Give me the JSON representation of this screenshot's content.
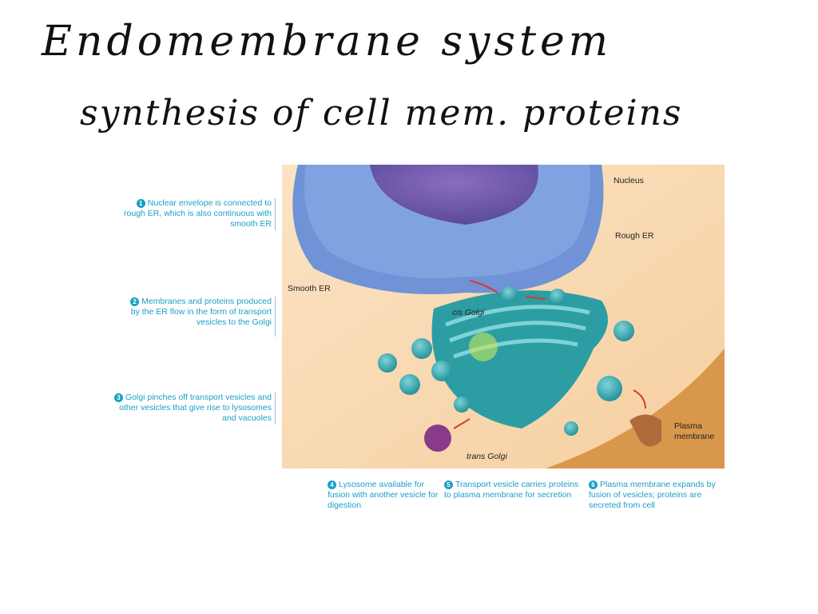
{
  "handwriting": {
    "title": "Endomembrane system",
    "subtitle": "synthesis of cell mem. proteins"
  },
  "diagram": {
    "labels": {
      "nucleus": "Nucleus",
      "rough_er": "Rough ER",
      "smooth_er": "Smooth ER",
      "cis_golgi": "cis Golgi",
      "trans_golgi": "trans Golgi",
      "plasma_membrane": "Plasma membrane"
    },
    "steps": [
      {
        "n": "1",
        "text": "Nuclear envelope is connected to rough ER, which is also continuous with smooth ER"
      },
      {
        "n": "2",
        "text": "Membranes and proteins produced by the ER flow in the form of transport vesicles to the Golgi"
      },
      {
        "n": "3",
        "text": "Golgi pinches off transport vesicles and other vesicles that give rise to lysosomes and vacuoles"
      },
      {
        "n": "4",
        "text": "Lysosome available for fusion with another vesicle for digestion"
      },
      {
        "n": "5",
        "text": "Transport vesicle carries proteins to plasma membrane for secretion"
      },
      {
        "n": "6",
        "text": "Plasma membrane expands by fusion of vesicles; proteins are secreted from cell"
      }
    ]
  }
}
